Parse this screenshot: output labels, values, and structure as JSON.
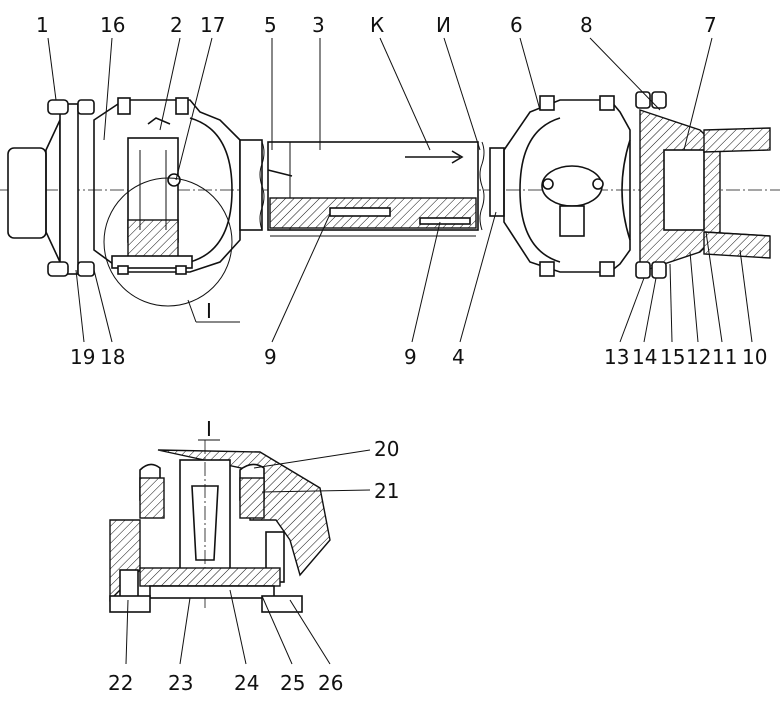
{
  "labels": {
    "l1": "1",
    "l16": "16",
    "l2": "2",
    "l17": "17",
    "l5": "5",
    "l3": "3",
    "lK": "К",
    "lI": "И",
    "l6": "6",
    "l8": "8",
    "l7": "7",
    "l19": "19",
    "l18": "18",
    "lRomanTop": "I",
    "l9a": "9",
    "l9b": "9",
    "l4": "4",
    "l13": "13",
    "l14": "14",
    "l15": "15",
    "l12": "12",
    "l11": "11",
    "l10": "10",
    "lRomanDetail": "I",
    "l20": "20",
    "l21": "21",
    "l22": "22",
    "l23": "23",
    "l24": "24",
    "l25": "25",
    "l26": "26"
  }
}
